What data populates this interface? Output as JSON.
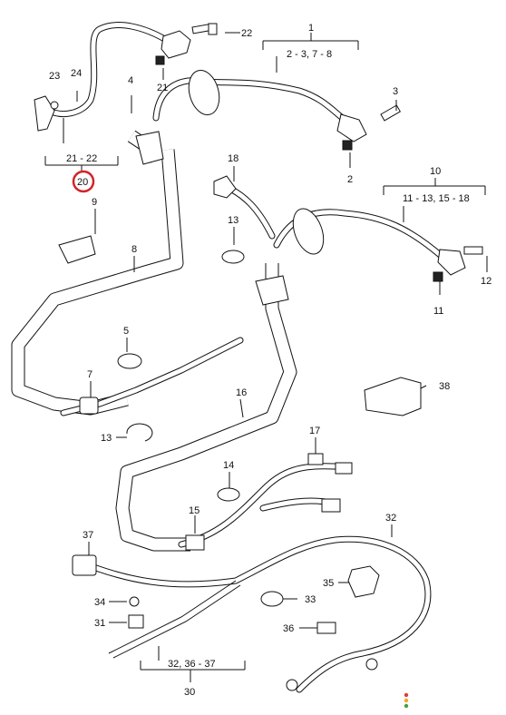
{
  "diagram": {
    "highlight_color": "#d2232a",
    "highlighted_item": "20",
    "callouts": {
      "n1": "1",
      "n2": "2",
      "n3": "3",
      "n4": "4",
      "n5": "5",
      "n7": "7",
      "n8": "8",
      "n9": "9",
      "n10": "10",
      "n11": "11",
      "n12": "12",
      "n13a": "13",
      "n13b": "13",
      "n14": "14",
      "n15": "15",
      "n16": "16",
      "n17": "17",
      "n18": "18",
      "n20": "20",
      "n21": "21",
      "n22": "22",
      "n23": "23",
      "n24": "24",
      "n30": "30",
      "n31": "31",
      "n32": "32",
      "n33": "33",
      "n34": "34",
      "n35": "35",
      "n36": "36",
      "n37": "37",
      "n38": "38"
    },
    "ranges": {
      "r1": "2 - 3, 7 - 8",
      "r10": "11 - 13, 15 - 18",
      "r21": "21 - 22",
      "r30": "32, 36 - 37"
    },
    "status_dots": [
      "#e53935",
      "#f5a623",
      "#43a047"
    ]
  }
}
